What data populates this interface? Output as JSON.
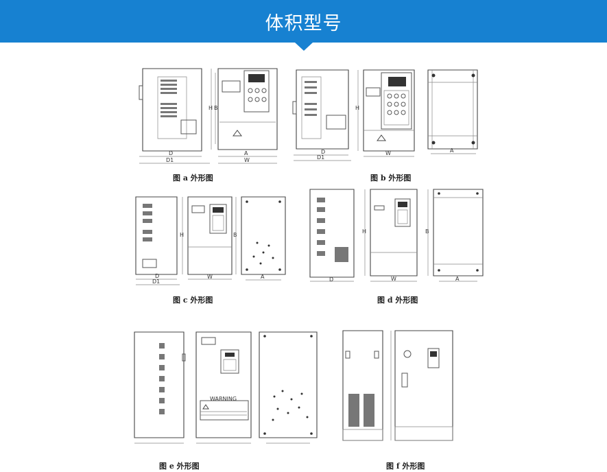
{
  "header": {
    "title": "体积型号"
  },
  "figures": [
    {
      "id": "a",
      "caption": "图 a 外形图"
    },
    {
      "id": "b",
      "caption": "图 b 外形图"
    },
    {
      "id": "c",
      "caption": "图 c 外形图"
    },
    {
      "id": "d",
      "caption": "图 d 外形图"
    },
    {
      "id": "e",
      "caption": "图 e 外形图"
    },
    {
      "id": "f",
      "caption": "图 f 外形图"
    }
  ],
  "dimension_labels": {
    "D": "D",
    "D1": "D1",
    "W": "W",
    "A": "A",
    "H": "H",
    "B": "B"
  },
  "warning_label": "WARNING"
}
